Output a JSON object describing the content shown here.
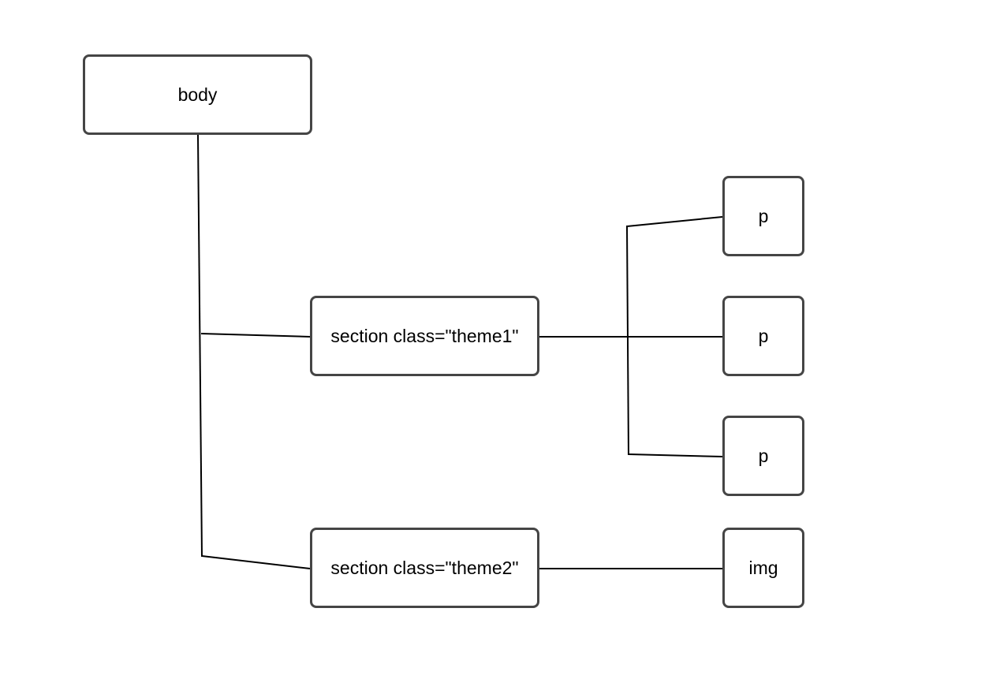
{
  "diagram": {
    "nodes": {
      "body": "body",
      "section1": "section class=\"theme1\"",
      "section2": "section class=\"theme2\"",
      "p1": "p",
      "p2": "p",
      "p3": "p",
      "img": "img"
    },
    "edges": [
      {
        "from": "body",
        "to": "section1"
      },
      {
        "from": "body",
        "to": "section2"
      },
      {
        "from": "section1",
        "to": "p1"
      },
      {
        "from": "section1",
        "to": "p2"
      },
      {
        "from": "section1",
        "to": "p3"
      },
      {
        "from": "section2",
        "to": "img"
      }
    ],
    "colors": {
      "node_border": "#454545",
      "connector": "#000000",
      "background": "#ffffff"
    }
  }
}
